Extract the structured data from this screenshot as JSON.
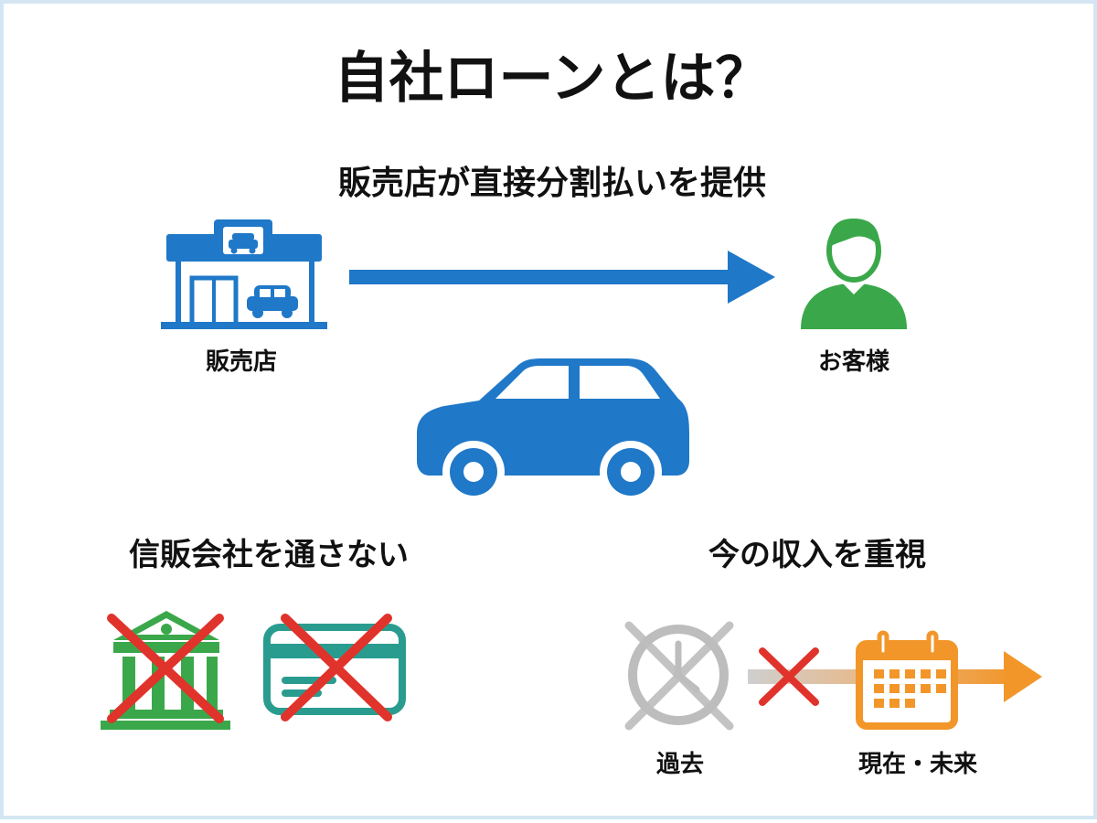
{
  "title": "自社ローンとは？",
  "subtitle": "販売店が直接分割払いを提供",
  "flow": {
    "from_label": "販売店",
    "to_label": "お客様"
  },
  "features": [
    {
      "heading": "信販会社を通さない"
    },
    {
      "heading": "今の収入を重視"
    }
  ],
  "timeline": {
    "past_label": "過去",
    "future_label": "現在・未来"
  },
  "colors": {
    "blue": "#1f78c8",
    "green": "#3aa84a",
    "teal": "#2a9c8f",
    "red": "#e0332b",
    "gray": "#bdbdbd",
    "orange": "#f2962a",
    "frame": "#d4e6f3"
  },
  "icons": [
    "store-icon",
    "arrow-right-icon",
    "customer-icon",
    "car-icon",
    "bank-icon",
    "credit-card-icon",
    "cross-icon",
    "clock-icon",
    "calendar-icon"
  ]
}
